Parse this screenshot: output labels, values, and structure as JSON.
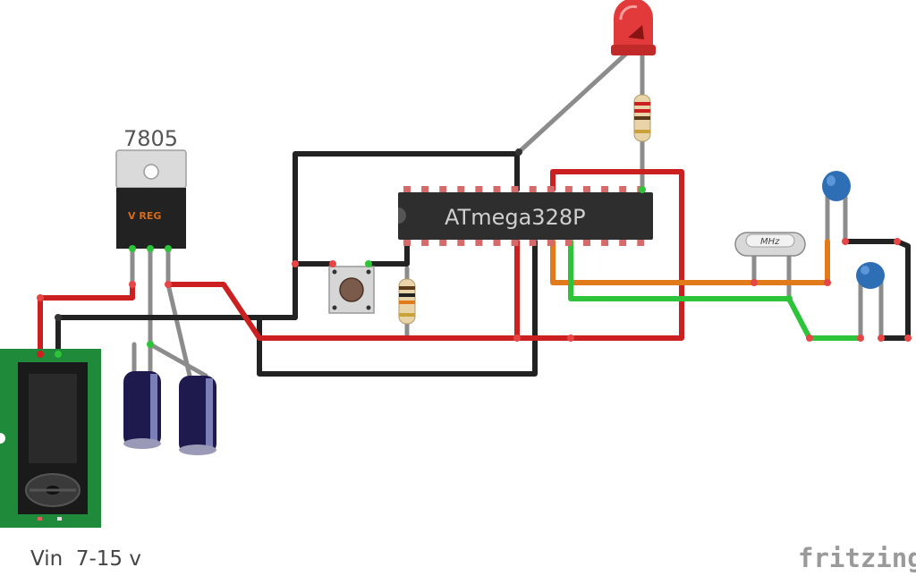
{
  "labels": {
    "regulator": "7805",
    "regulator_marking": "V REG",
    "microcontroller": "ATmega328P",
    "crystal": "MHz",
    "power_input": "Vin  7-15 v",
    "brand": "fritzing"
  },
  "colors": {
    "wire_red": "#cc1f1f",
    "wire_black": "#222222",
    "wire_orange": "#e07a1a",
    "wire_green": "#2ec43a",
    "wire_gray": "#8c8c8c",
    "chip_body": "#2e2e2e",
    "pcb_green": "#1f8a3a",
    "capacitor_blue": "#2e6eb5",
    "led_red": "#e23a3a",
    "electrolytic": "#1e1a4e"
  }
}
